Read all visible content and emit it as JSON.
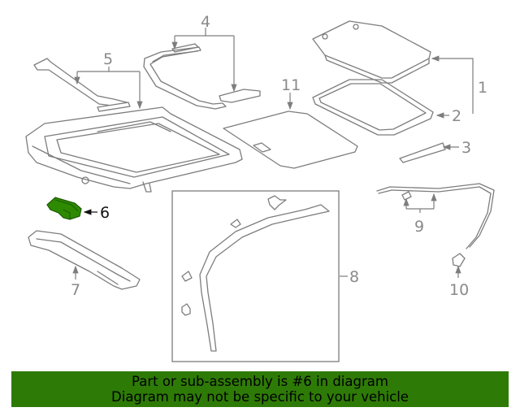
{
  "diagram": {
    "callouts": [
      "1",
      "2",
      "3",
      "4",
      "5",
      "6",
      "7",
      "8",
      "9",
      "10",
      "11"
    ],
    "highlight_callout": "6",
    "highlight_color": "#2e8b00",
    "line_color": "#7d7d7d"
  },
  "banner": {
    "line1": "Part or sub-assembly is #6 in diagram",
    "line2": "Diagram may not be specific to your vehicle",
    "background": "#2e7a07"
  }
}
